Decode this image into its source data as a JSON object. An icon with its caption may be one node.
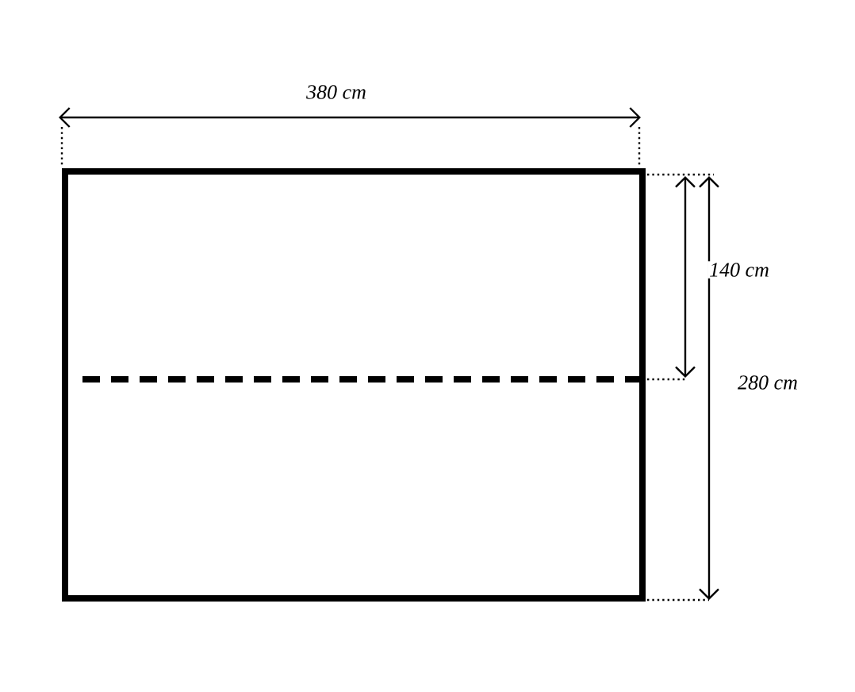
{
  "diagram": {
    "labels": [
      "380 cm",
      "140 cm",
      "280 cm"
    ]
  }
}
